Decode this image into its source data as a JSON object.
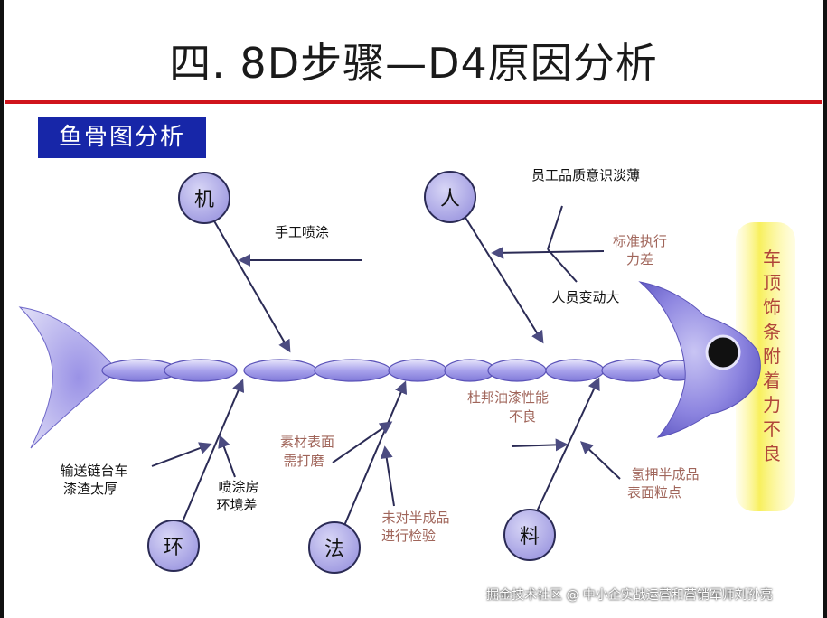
{
  "title": "四. 8D步骤—D4原因分析",
  "subtitle": "鱼骨图分析",
  "head_label": "车顶饰条附着力不良",
  "categories": [
    {
      "key": "machine",
      "label": "机"
    },
    {
      "key": "man",
      "label": "人"
    },
    {
      "key": "environment",
      "label": "环"
    },
    {
      "key": "method",
      "label": "法"
    },
    {
      "key": "material",
      "label": "料"
    }
  ],
  "causes": {
    "machine_1": "手工喷涂",
    "man_1": "员工品质意识淡薄",
    "man_2": "标准执行力差",
    "man_3": "人员变动大",
    "center_1": "杜邦油漆性能不良",
    "environment_1": "输送链台车漆渣太厚",
    "environment_2": "喷涂房环境差",
    "method_1": "素材表面需打磨",
    "method_2": "未对半成品进行检验",
    "material_1": "氢押半成品表面粒点"
  },
  "watermark": "掘金技术社区 @ 中小企实战运营和营销军师刘孙亮",
  "colors": {
    "red_rule": "#d0141c",
    "subtitle_bg": "#1726a8",
    "node_fill": "#b9b6ea",
    "head_glow": "#f6f06a",
    "faded_text": "#a0655a"
  }
}
